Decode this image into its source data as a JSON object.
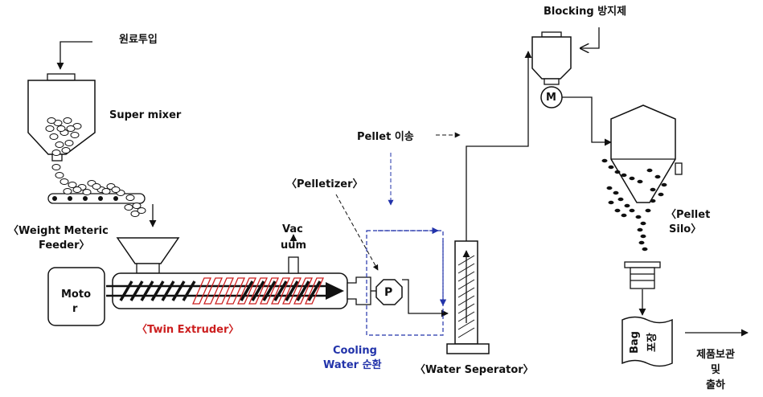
{
  "labels": {
    "material_input": "원료투입",
    "super_mixer": "Super mixer",
    "weight_feeder_line1": "〈Weight Meteric",
    "weight_feeder_line2": "Feeder〉",
    "motor_line1": "Moto",
    "motor_line2": "r",
    "vacuum_line1": "Vac",
    "vacuum_line2": "uum",
    "twin_extruder": "〈Twin Extruder〉",
    "pelletizer": "〈Pelletizer〉",
    "pump": "P",
    "cooling_line1": "Cooling",
    "cooling_line2": "Water 순환",
    "pellet_transfer": "Pellet 이송",
    "water_separator": "〈Water Seperator〉",
    "blocking_agent": "Blocking 방지제",
    "motor_m": "M",
    "pellet_silo_line1": "〈Pellet",
    "pellet_silo_line2": "Silo〉",
    "bag_line1": "Bag",
    "bag_line2": "포장",
    "product_line1": "제품보관",
    "product_line2": "및",
    "product_line3": "출하"
  },
  "colors": {
    "line": "#111111",
    "extruder_screw": "#cc1f1f",
    "cooling_loop": "#2233aa"
  }
}
